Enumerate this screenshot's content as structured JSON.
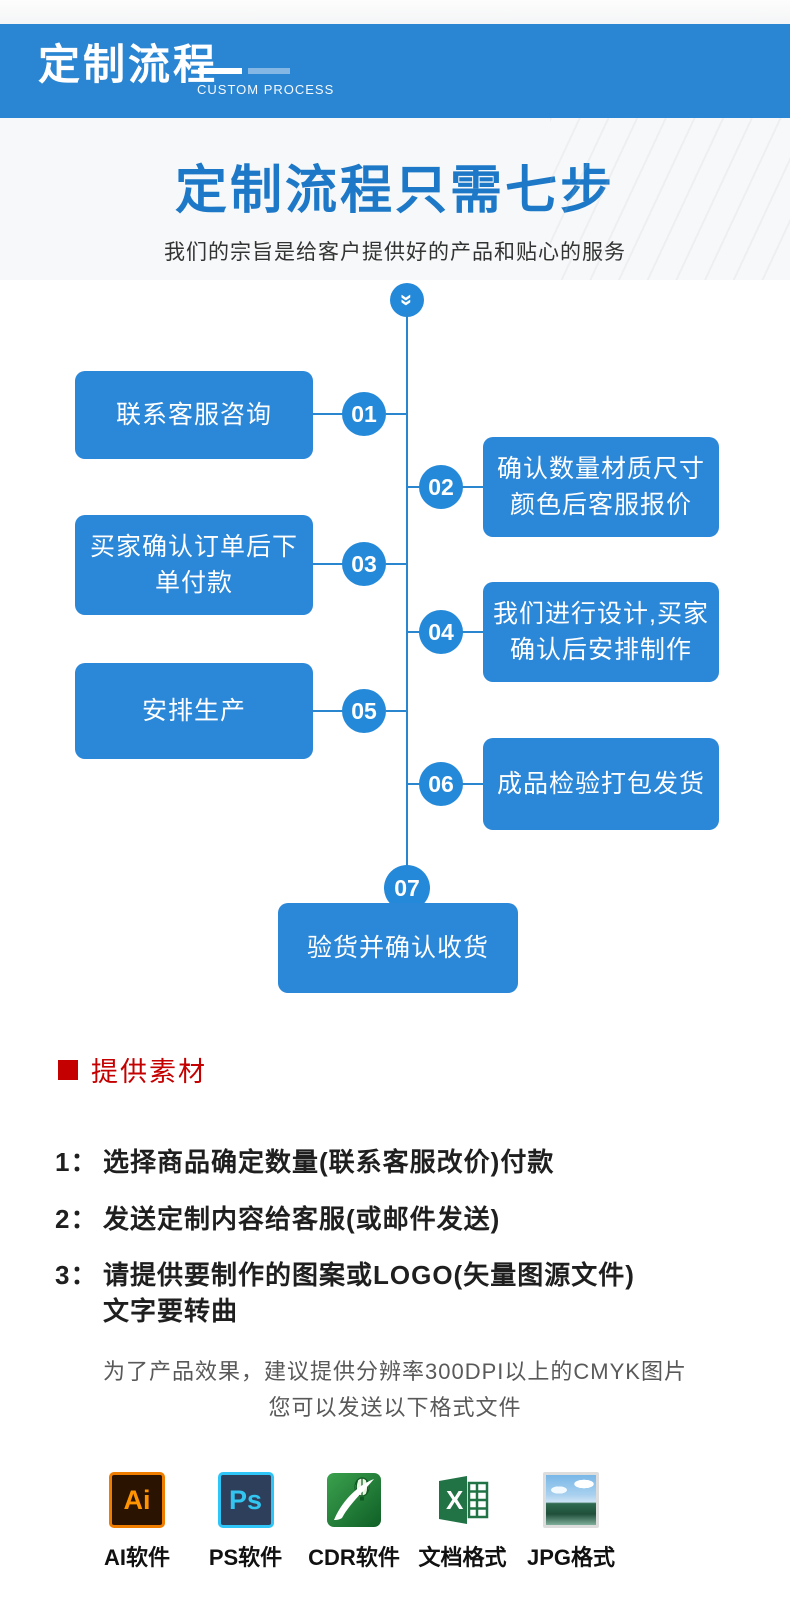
{
  "header": {
    "title": "定制流程",
    "subtitle": "CUSTOM PROCESS"
  },
  "banner": {
    "title": "定制流程只需七步",
    "subtitle": "我们的宗旨是给客户提供好的产品和贴心的服务"
  },
  "flow": {
    "steps": [
      {
        "num": "01",
        "line1": "联系客服咨询",
        "line2": "",
        "side": "left"
      },
      {
        "num": "02",
        "line1": "确认数量材质尺寸",
        "line2": "颜色后客服报价",
        "side": "right"
      },
      {
        "num": "03",
        "line1": "买家确认订单后下",
        "line2": "单付款",
        "side": "left"
      },
      {
        "num": "04",
        "line1": "我们进行设计,买家",
        "line2": "确认后安排制作",
        "side": "right"
      },
      {
        "num": "05",
        "line1": "安排生产",
        "line2": "",
        "side": "left"
      },
      {
        "num": "06",
        "line1": "成品检验打包发货",
        "line2": "",
        "side": "right"
      },
      {
        "num": "07",
        "line1": "验货并确认收货",
        "line2": "",
        "side": "center"
      }
    ],
    "chevron_icon": "»"
  },
  "materials": {
    "heading": "提供素材",
    "items": [
      {
        "num": "1：",
        "text": "选择商品确定数量(联系客服改价)付款",
        "text2": ""
      },
      {
        "num": "2：",
        "text": "发送定制内容给客服(或邮件发送)",
        "text2": ""
      },
      {
        "num": "3：",
        "text": "请提供要制作的图案或LOGO(矢量图源文件)",
        "text2": "文字要转曲"
      }
    ],
    "note_line1": "为了产品效果，建议提供分辨率300DPI以上的CMYK图片",
    "note_line2": "您可以发送以下格式文件"
  },
  "formats": [
    {
      "label": "AI软件",
      "glyph": "Ai"
    },
    {
      "label": "PS软件",
      "glyph": "Ps"
    },
    {
      "label": "CDR软件",
      "glyph": ""
    },
    {
      "label": "文档格式",
      "glyph": "X"
    },
    {
      "label": "JPG格式",
      "glyph": ""
    }
  ],
  "colors": {
    "header_blue": "#2a85d2",
    "box_blue": "#2b87d8",
    "title_blue": "#1d79c7",
    "accent_red": "#c40000"
  }
}
